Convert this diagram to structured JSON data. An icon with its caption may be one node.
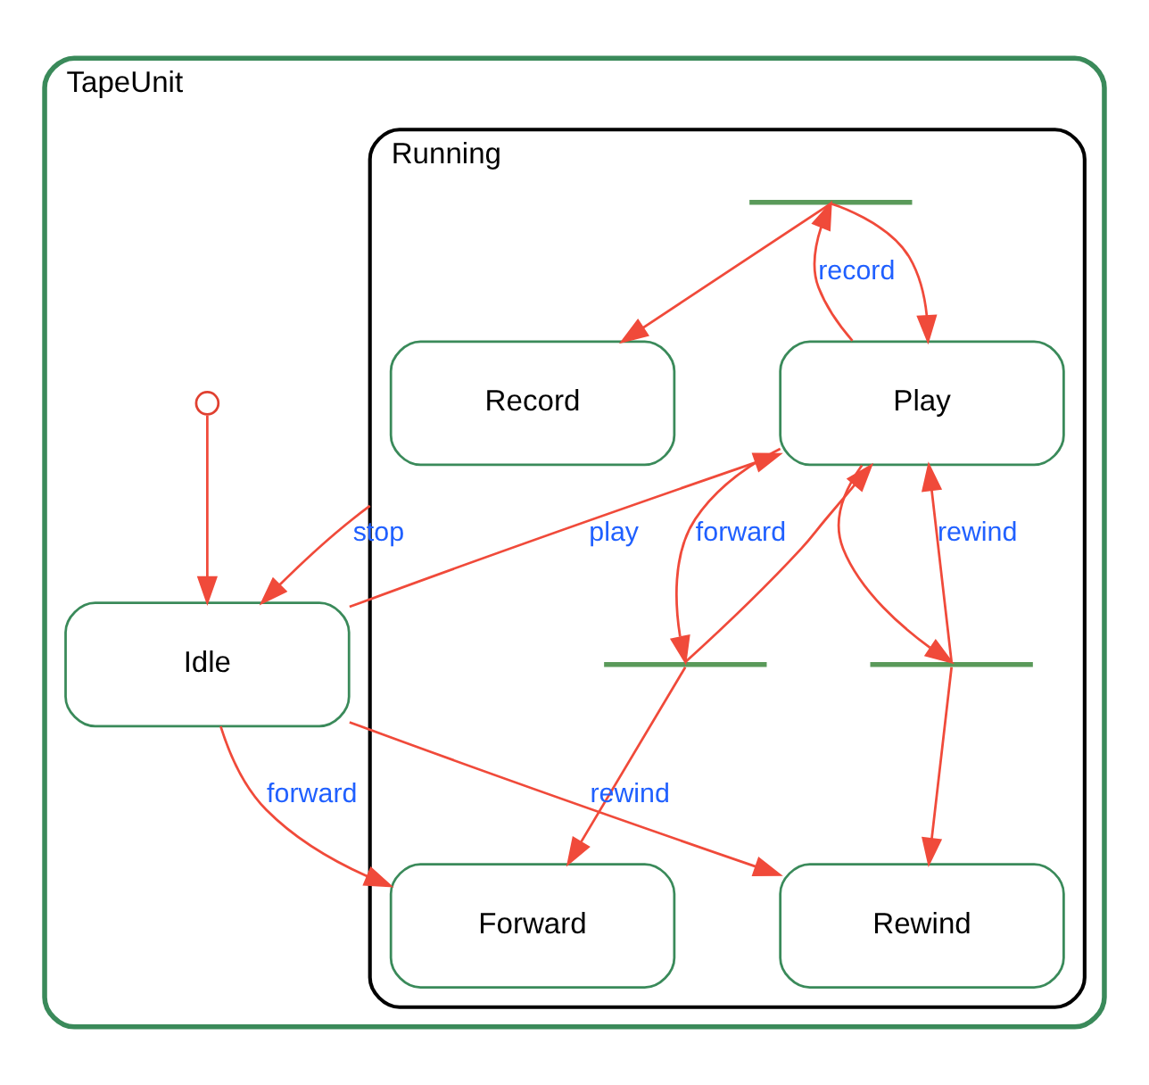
{
  "diagram": {
    "nodes": [
      {
        "text": [
          "TapeUnit"
        ]
      },
      {
        "text": [
          "Running"
        ],
        "in": 0
      },
      {
        "text": [
          "Record"
        ],
        "in": 1
      },
      {
        "text": [
          "Rewind"
        ],
        "in": 1
      },
      {
        "text": [
          "Play"
        ],
        "in": 1
      },
      {
        "text": [
          "Forward"
        ],
        "in": 1
      },
      {
        "text": [],
        "shape": "bar",
        "in": 1
      },
      {
        "text": [],
        "shape": "bar",
        "in": 1
      },
      {
        "text": [],
        "shape": "bar",
        "in": 1
      },
      {
        "text": [
          "Idle"
        ],
        "in": 0
      },
      {
        "text": [],
        "shape": "circle",
        "in": 0
      }
    ],
    "edges": [
      {
        "from": 4,
        "to": 6,
        "arrow": "to",
        "label": "record"
      },
      {
        "from": 6,
        "to": 2,
        "arrow": "to"
      },
      {
        "from": 6,
        "to": 4,
        "arrow": "to"
      },
      {
        "from": 4,
        "to": 7,
        "arrow": "to"
      },
      {
        "from": 7,
        "to": 3,
        "arrow": "to"
      },
      {
        "from": 7,
        "to": 4,
        "arrow": "to",
        "label": "rewind"
      },
      {
        "from": 4,
        "to": 8,
        "arrow": "to",
        "label": "forward"
      },
      {
        "from": 8,
        "to": 5,
        "arrow": "to"
      },
      {
        "from": 8,
        "to": 4,
        "arrow": "to"
      },
      {
        "from": 9,
        "to": 4,
        "arrow": "to",
        "label": "play"
      },
      {
        "from": 1,
        "to": 9,
        "arrow": "to",
        "label": "stop"
      },
      {
        "from": 9,
        "to": 5,
        "arrow": "to",
        "label": "forward"
      },
      {
        "from": 9,
        "to": 3,
        "arrow": "to",
        "label": "rewind"
      },
      {
        "from": 10,
        "to": 9,
        "arrow": "to"
      }
    ]
  }
}
